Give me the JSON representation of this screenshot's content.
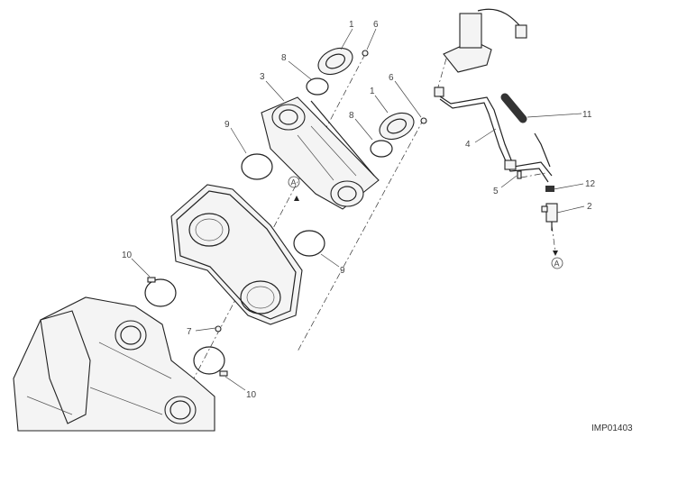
{
  "diagram": {
    "drawing_code": "IMP01403",
    "callouts": [
      {
        "ref": "1"
      },
      {
        "ref": "6"
      },
      {
        "ref": "8"
      },
      {
        "ref": "3"
      },
      {
        "ref": "1"
      },
      {
        "ref": "6"
      },
      {
        "ref": "8"
      },
      {
        "ref": "9"
      },
      {
        "ref": "4"
      },
      {
        "ref": "11"
      },
      {
        "ref": "5"
      },
      {
        "ref": "12"
      },
      {
        "ref": "2"
      },
      {
        "ref": "9"
      },
      {
        "ref": "10"
      },
      {
        "ref": "7"
      },
      {
        "ref": "10"
      }
    ],
    "connection_marks": [
      {
        "ref": "A"
      },
      {
        "ref": "A"
      }
    ]
  }
}
